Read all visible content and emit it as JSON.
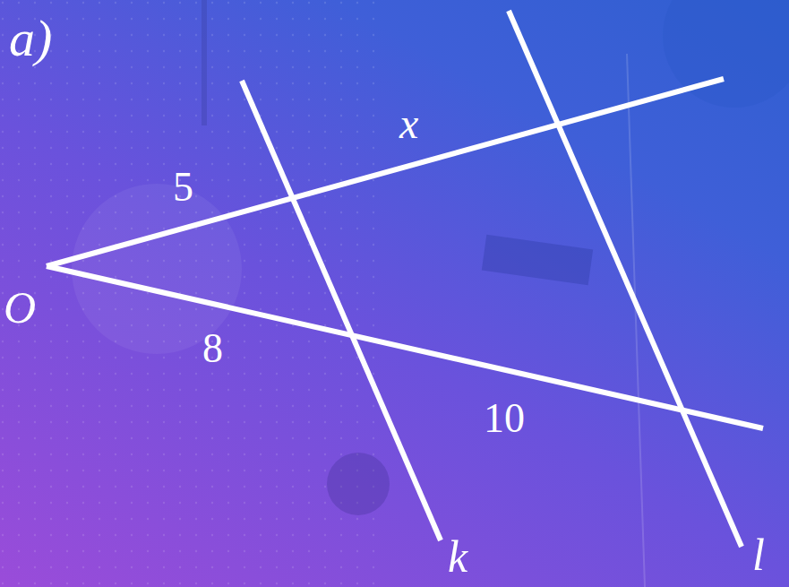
{
  "diagram": {
    "labels": [
      "a)",
      "5",
      "x",
      "O",
      "8",
      "10",
      "k",
      "l"
    ]
  }
}
